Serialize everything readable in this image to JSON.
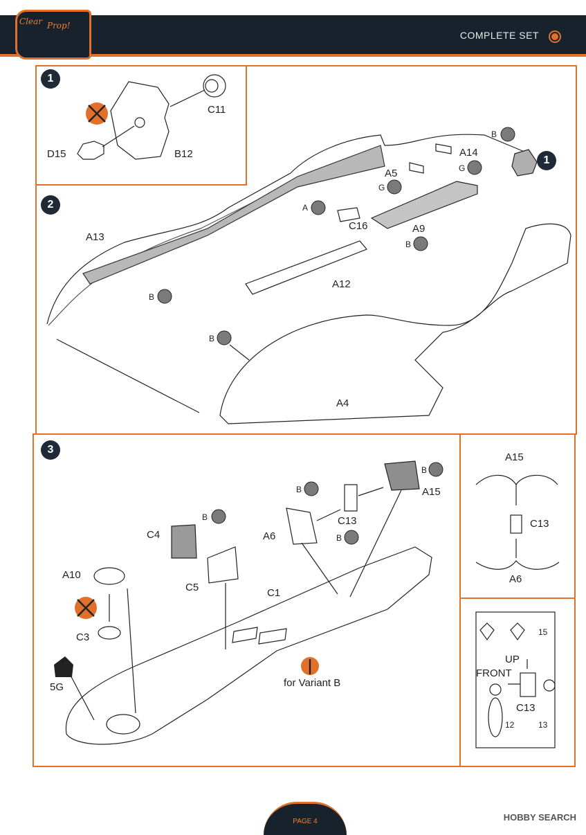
{
  "header": {
    "brand_line1": "Clear",
    "brand_line2": "Prop!",
    "set_label": "COMPLETE SET"
  },
  "steps": [
    "1",
    "2",
    "3"
  ],
  "step1": {
    "parts": [
      "C11",
      "D15",
      "B12"
    ]
  },
  "step2": {
    "callout_step": "1",
    "parts": [
      "A14",
      "A5",
      "C16",
      "A9",
      "A13",
      "A12",
      "A4"
    ],
    "glue_letters": [
      "B",
      "G",
      "G",
      "A",
      "B",
      "B",
      "B"
    ]
  },
  "step3": {
    "parts": [
      "A15",
      "C13",
      "A6",
      "C4",
      "C5",
      "A10",
      "C3",
      "C1",
      "5G"
    ],
    "glue_letters": [
      "B",
      "B",
      "B",
      "B"
    ],
    "variant_label": "for Variant B"
  },
  "detail_a": {
    "parts": [
      "A15",
      "C13",
      "A6"
    ]
  },
  "detail_b": {
    "up_label": "UP",
    "front_label": "FRONT",
    "part": "C13",
    "sprue_numbers": [
      "15",
      "12",
      "13"
    ]
  },
  "footer": {
    "page_label": "PAGE 4",
    "watermark": "HOBBY SEARCH"
  },
  "colors": {
    "accent": "#e0702a",
    "navy": "#17222d",
    "glue_grey": "#7a7a7a"
  }
}
